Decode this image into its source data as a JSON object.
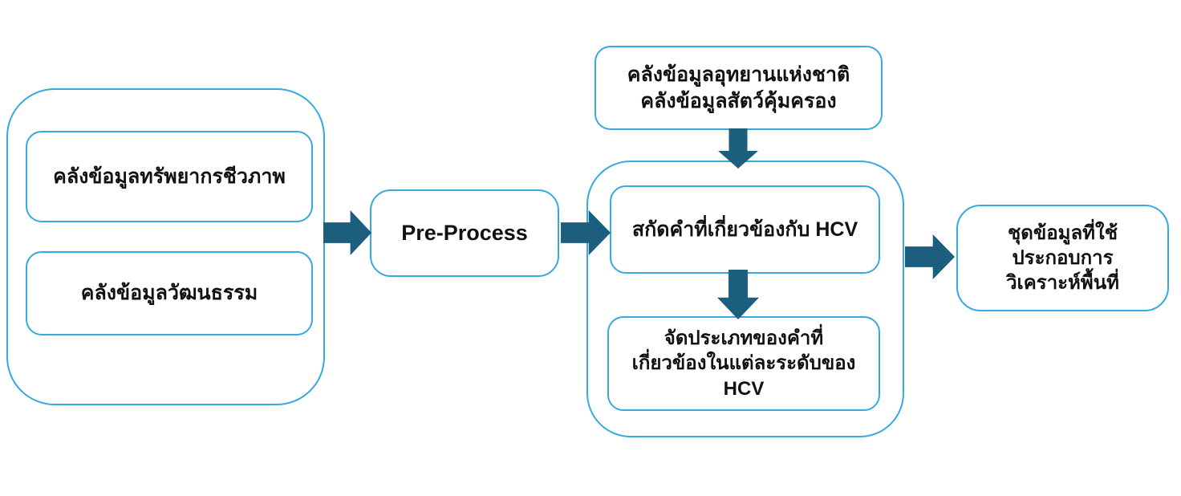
{
  "colors": {
    "box_border": "#36A9E1",
    "arrow_fill": "#1B5E7D",
    "text": "#111111",
    "background": "#FFFFFF"
  },
  "diagram": {
    "input_group": {
      "bio_db": "คลังข้อมูลทรัพยากรชีวภาพ",
      "culture_db": "คลังข้อมูลวัฒนธรรม"
    },
    "preprocess": "Pre-Process",
    "top_db": "คลังข้อมูลอุทยานแห่งชาติ\nคลังข้อมูลสัตว์คุ้มครอง",
    "hcv_group": {
      "extract": "สกัดคำที่เกี่ยวข้องกับ HCV",
      "classify": "จัดประเภทของคำที่\nเกี่ยวข้องในแต่ละระดับของ\nHCV"
    },
    "output": "ชุดข้อมูลที่ใช้\nประกอบการ\nวิเคราะห์พื้นที่"
  }
}
